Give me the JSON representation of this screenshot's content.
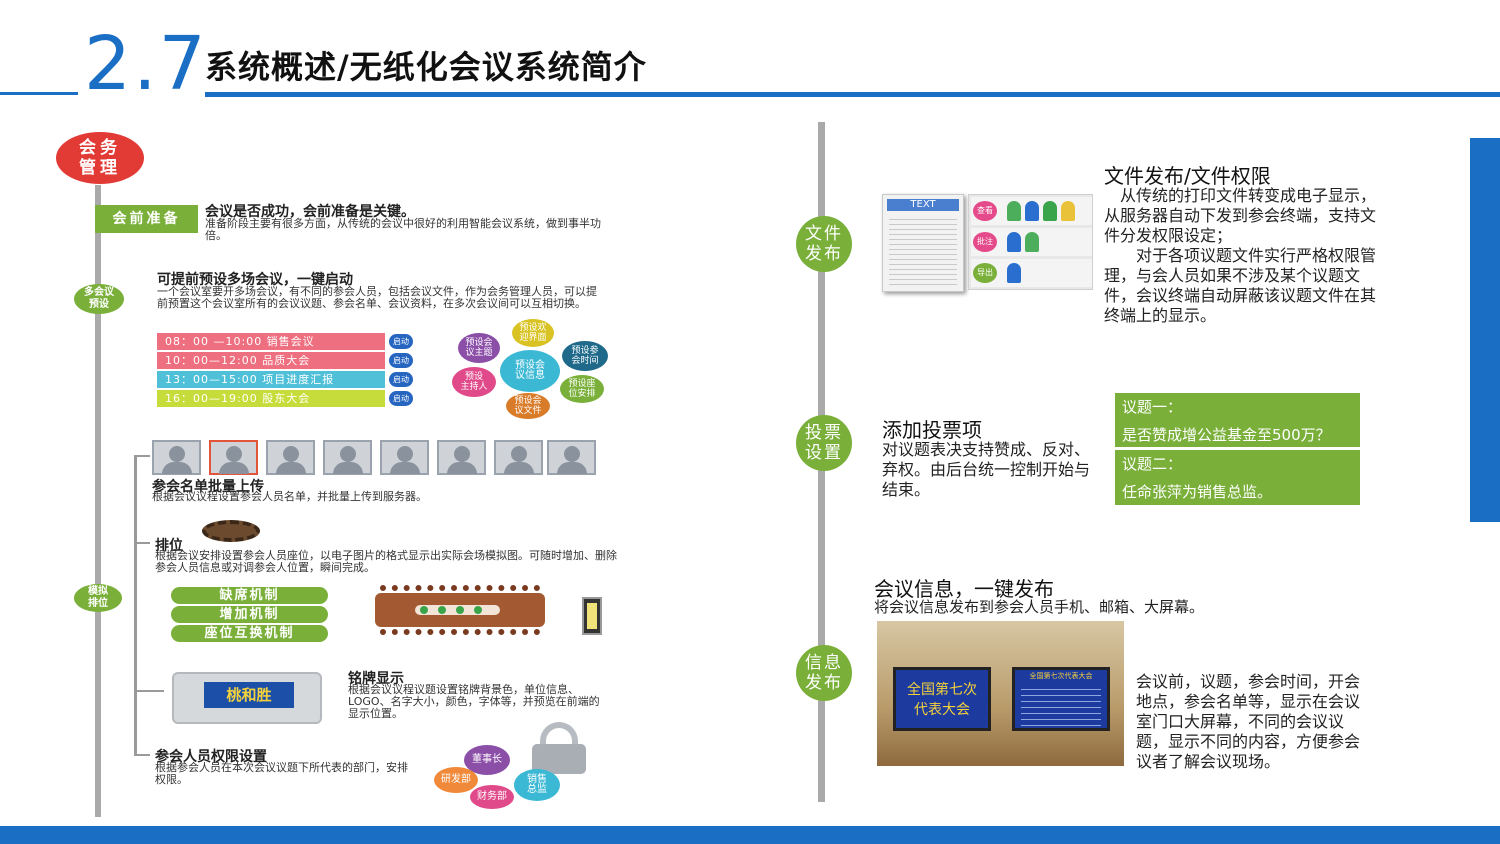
{
  "header": {
    "number": "2.7",
    "title": "系统概述/无纸化会议系统简介"
  },
  "left": {
    "badge": "会务\n管理",
    "prep": {
      "tag": "会前准备",
      "heading": "会议是否成功，会前准备是关键。",
      "desc": "准备阶段主要有很多方面，从传统的会议中很好的利用智能会议系统，做到事半功倍。"
    },
    "preset": {
      "dot": "多会议\n预设",
      "heading": "可提前预设多场会议，一键启动",
      "desc": "一个会议室要开多场会议，有不同的参会人员，包括会议文件，作为会务管理人员，可以提前预置这个会议室所有的会议议题、参会名单、会议资料，在多次会议间可以互相切换。",
      "schedule": [
        {
          "text": "08：00 —10:00 销售会议",
          "color": "#ee6f80"
        },
        {
          "text": "10：00—12:00 品质大会",
          "color": "#ee6f80"
        },
        {
          "text": "13：00—15:00 项目进度汇报",
          "color": "#4fc0d8"
        },
        {
          "text": "16：00—19:00 股东大会",
          "color": "#c6dc3a"
        }
      ],
      "start_label": "启动",
      "bubbles": {
        "center": "预设会\n议信息",
        "b1": "预设会\n议主题",
        "b2": "预设欢\n迎界面",
        "b3": "预设参\n会时间",
        "b4": "预设座\n位安排",
        "b5": "预设会\n议文件",
        "b6": "预设\n主持人"
      }
    },
    "namelist": {
      "heading": "参会名单批量上传",
      "desc": "根据会议议程设置参会人员名单，并批量上传到服务器。"
    },
    "seating": {
      "dot": "模拟\n排位",
      "heading": "排位",
      "desc": "根据会议安排设置参会人员座位，以电子图片的格式显示出实际会场模拟图。可随时增加、删除参会人员信息或对调参会人位置，瞬间完成。",
      "pills": [
        "缺席机制",
        "增加机制",
        "座位互换机制"
      ]
    },
    "nameplate": {
      "heading": "铭牌显示",
      "desc": "根据会议议程议题设置铭牌背景色，单位信息、LOGO、名字大小，颜色，字体等，并预览在前端的显示位置。",
      "screen_text": "桃和胜"
    },
    "permission": {
      "heading": "参会人员权限设置",
      "desc": "根据参会人员在本次会议议题下所代表的部门，安排权限。",
      "bubbles": [
        "董事长",
        "研发部",
        "财务部",
        "销售\n总监"
      ]
    }
  },
  "right": {
    "doc": {
      "node": "文件\n发布",
      "heading": "文件发布/文件权限",
      "text": "　从传统的打印文件转变成电子显示，从服务器自动下发到参会终端，支持文件分发权限设定；\n　　对于各项议题文件实行严格权限管理，与会人员如果不涉及某个议题文件，会议终端自动屏蔽该议题文件在其终端上的显示。",
      "doc_label": "TEXT",
      "actions": [
        {
          "label": "查看",
          "color": "#e54a8a"
        },
        {
          "label": "批注",
          "color": "#e54a8a"
        },
        {
          "label": "导出",
          "color": "#7ab03a"
        }
      ]
    },
    "vote": {
      "node": "投票\n设置",
      "heading": "添加投票项",
      "text": "对议题表决支持赞成、反对、弃权。由后台统一控制开始与结束。",
      "items": [
        {
          "label": "议题一：",
          "value": "是否赞成增公益基金至500万？"
        },
        {
          "label": "议题二：",
          "value": "任命张萍为销售总监。"
        }
      ]
    },
    "info": {
      "node": "信息\n发布",
      "heading": "会议信息，一键发布",
      "sub": "将会议信息发布到参会人员手机、邮箱、大屏幕。",
      "text": "会议前，议题，参会时间，开会地点，参会名单等，显示在会议室门口大屏幕，不同的会议议题，显示不同的内容，方便参会议者了解会议现场。",
      "screen_left": "全国第七次\n代表大会",
      "screen_right_title": "全国第七次代表大会"
    }
  }
}
